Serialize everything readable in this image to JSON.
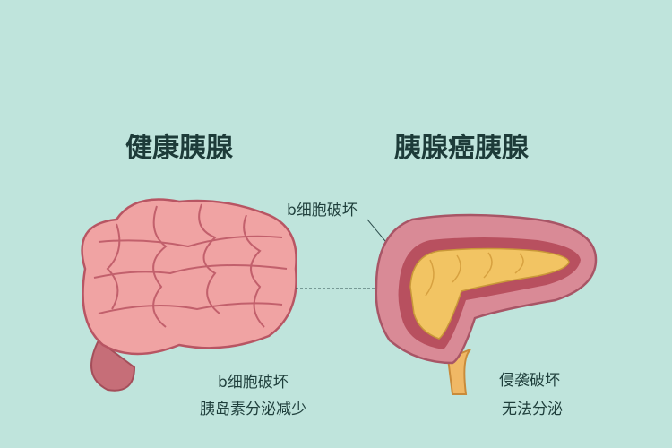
{
  "left": {
    "title": "健康胰腺",
    "label_line1": "b细胞破坏",
    "label_line2": "胰岛素分泌减少"
  },
  "right": {
    "title": "胰腺癌胰腺",
    "callout": "b细胞破坏",
    "label_line1": "侵袭破坏",
    "label_line2": "无法分泌"
  },
  "colors": {
    "background": "#bfe4dc",
    "healthy_tissue": "#f0a3a3",
    "diseased_outer": "#d98a96",
    "diseased_inner": "#f2c463"
  }
}
